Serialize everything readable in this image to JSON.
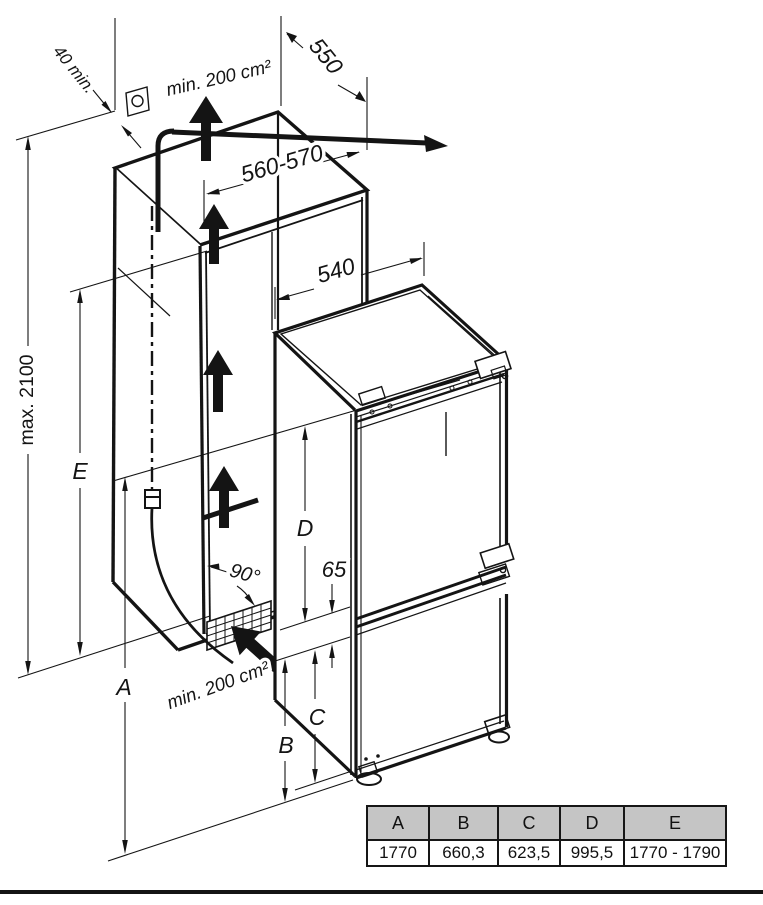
{
  "drawing": {
    "clearance_top": "40 min.",
    "vent_top": "min. 200 cm²",
    "depth": "550",
    "niche_width": "560-570",
    "appliance_width": "540",
    "max_height": "max. 2100",
    "letter_e": "E",
    "letter_d": "D",
    "gap_65": "65",
    "angle_90": "90°",
    "letter_a": "A",
    "letter_b": "B",
    "letter_c": "C",
    "vent_bottom": "min. 200 cm²",
    "icons": {
      "airflow": "thick-black-up-arrows",
      "airflow_out": "long-right-arrow",
      "airflow_in": "diagonal-arrow-into-grille",
      "power_outlet": "square-with-circle",
      "vent_grille": "grid-parallelogram",
      "mains_position": "dash-dot-line",
      "power_cord": "curved-line"
    }
  },
  "table": {
    "headers": [
      "A",
      "B",
      "C",
      "D",
      "E"
    ],
    "values": [
      "1770",
      "660,3",
      "623,5",
      "995,5",
      "1770 - 1790"
    ]
  },
  "colors": {
    "line": "#141414",
    "table_header_bg": "#c5c5c5",
    "background": "#ffffff"
  }
}
